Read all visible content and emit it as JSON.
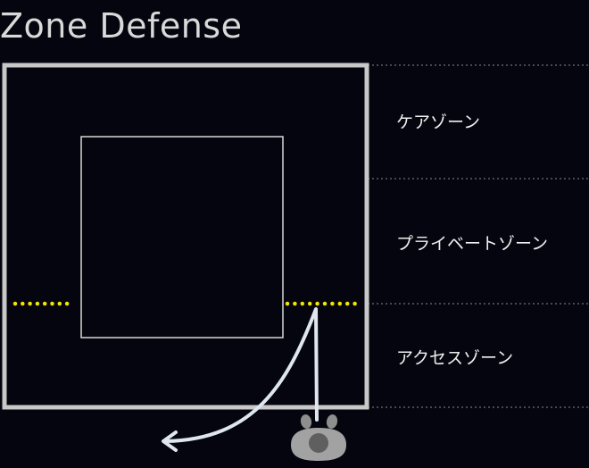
{
  "title": "Zone Defense",
  "zones": {
    "care": "ケアゾーン",
    "private": "プライベートゾーン",
    "access": "アクセスゾーン"
  },
  "colors": {
    "background": "#05050f",
    "outer_frame": "#c8c8c8",
    "inner_frame": "#d8d8d8",
    "dotted_line": "#f2e500",
    "divider": "#8a8a8a",
    "arrow": "#dfe6ee",
    "person": "#9a9a9a"
  },
  "icons": {
    "person": "person-top-view-icon",
    "arrow": "curved-arrow-icon"
  }
}
